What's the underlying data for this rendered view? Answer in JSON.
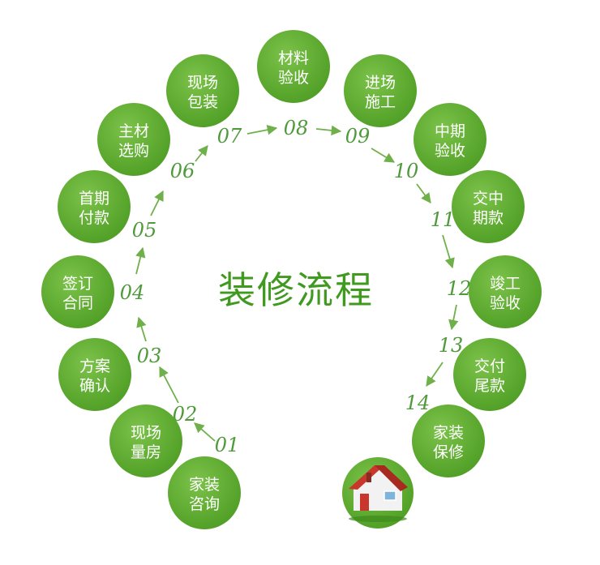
{
  "title": "装修流程",
  "colors": {
    "circle": "#5aa82c",
    "circle_highlight": "#73bd42",
    "number": "#4e9a3a",
    "arrow": "#6fb04a",
    "title": "#3f9a1f",
    "house_roof": "#c8362c",
    "house_wall": "#f2f2f2"
  },
  "steps": [
    {
      "num": "01",
      "line1": "家装",
      "line2": "咨询"
    },
    {
      "num": "02",
      "line1": "现场",
      "line2": "量房"
    },
    {
      "num": "03",
      "line1": "方案",
      "line2": "确认"
    },
    {
      "num": "04",
      "line1": "签订",
      "line2": "合同"
    },
    {
      "num": "05",
      "line1": "首期",
      "line2": "付款"
    },
    {
      "num": "06",
      "line1": "主材",
      "line2": "选购"
    },
    {
      "num": "07",
      "line1": "现场",
      "line2": "包装"
    },
    {
      "num": "08",
      "line1": "材料",
      "line2": "验收"
    },
    {
      "num": "09",
      "line1": "进场",
      "line2": "施工"
    },
    {
      "num": "10",
      "line1": "中期",
      "line2": "验收"
    },
    {
      "num": "11",
      "line1": "交中",
      "line2": "期款"
    },
    {
      "num": "12",
      "line1": "竣工",
      "line2": "验收"
    },
    {
      "num": "13",
      "line1": "交付",
      "line2": "尾款"
    },
    {
      "num": "14",
      "line1": "家装",
      "line2": "保修"
    }
  ],
  "end_icon": "house-icon"
}
